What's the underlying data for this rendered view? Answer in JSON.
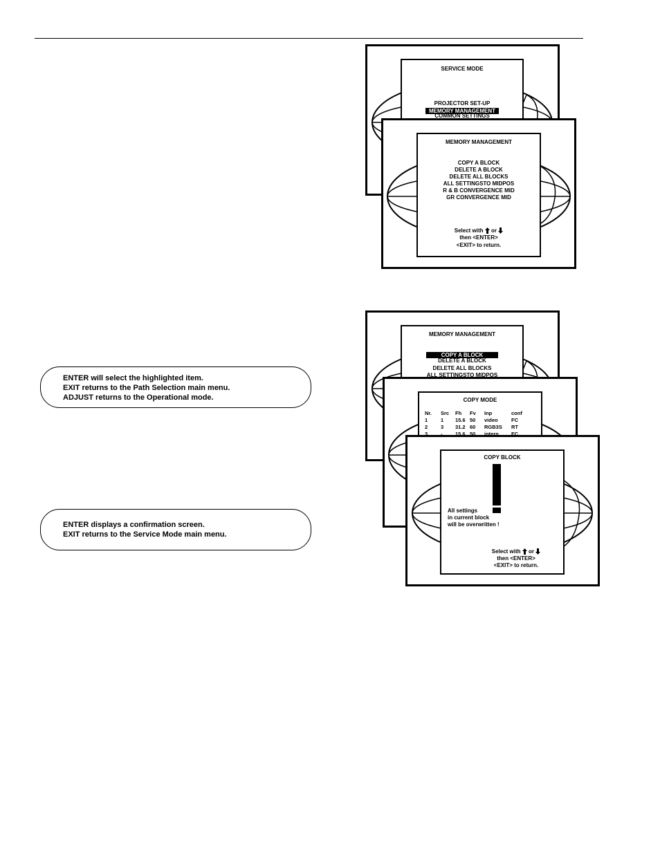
{
  "screens": {
    "service_mode": {
      "title": "SERVICE MODE",
      "items": [
        "PROJECTOR SET-UP",
        "MEMORY MANAGEMENT",
        "COMMON SETTINGS"
      ]
    },
    "memory_management_full": {
      "title": "MEMORY MANAGEMENT",
      "items": [
        "COPY A BLOCK",
        "DELETE A BLOCK",
        "DELETE ALL BLOCKS",
        "ALL SETTINGSTO MIDPOS",
        "R & B CONVERGENCE MID",
        "GR CONVERGENCE MID"
      ],
      "footer": {
        "line1_pre": "Select with",
        "line1_mid": "or",
        "line2": "then  <ENTER>",
        "line3": "<EXIT> to return."
      }
    },
    "memory_management_short": {
      "title": "MEMORY MANAGEMENT",
      "items": [
        "COPY A BLOCK",
        "DELETE A BLOCK",
        "DELETE ALL BLOCKS",
        "ALL SETTINGSTO MIDPOS"
      ]
    },
    "copy_mode": {
      "title": "COPY MODE",
      "columns": [
        "Nr.",
        "Src",
        "Fh",
        "Fv",
        "Inp",
        "conf"
      ],
      "rows": [
        [
          "1",
          "1",
          "15.6",
          "50",
          "video",
          "FC"
        ],
        [
          "2",
          "3",
          "31.2",
          "60",
          "RGB3S",
          "RT"
        ],
        [
          "3",
          "-",
          "15.6",
          "50",
          "intern",
          "FC"
        ]
      ]
    },
    "copy_block": {
      "title": "COPY BLOCK",
      "warning": [
        "All settings",
        "in current block",
        "will be overwritten !"
      ],
      "footer": {
        "line1_pre": "Select with",
        "line1_mid": "or",
        "line2": "then  <ENTER>",
        "line3": "<EXIT> to return."
      }
    }
  },
  "notes": {
    "note1": [
      "ENTER will select the highlighted item.",
      "EXIT returns to the Path Selection main menu.",
      "ADJUST returns to the Operational mode."
    ],
    "note2": [
      "ENTER displays a confirmation screen.",
      "EXIT returns to the Service Mode main menu."
    ]
  }
}
